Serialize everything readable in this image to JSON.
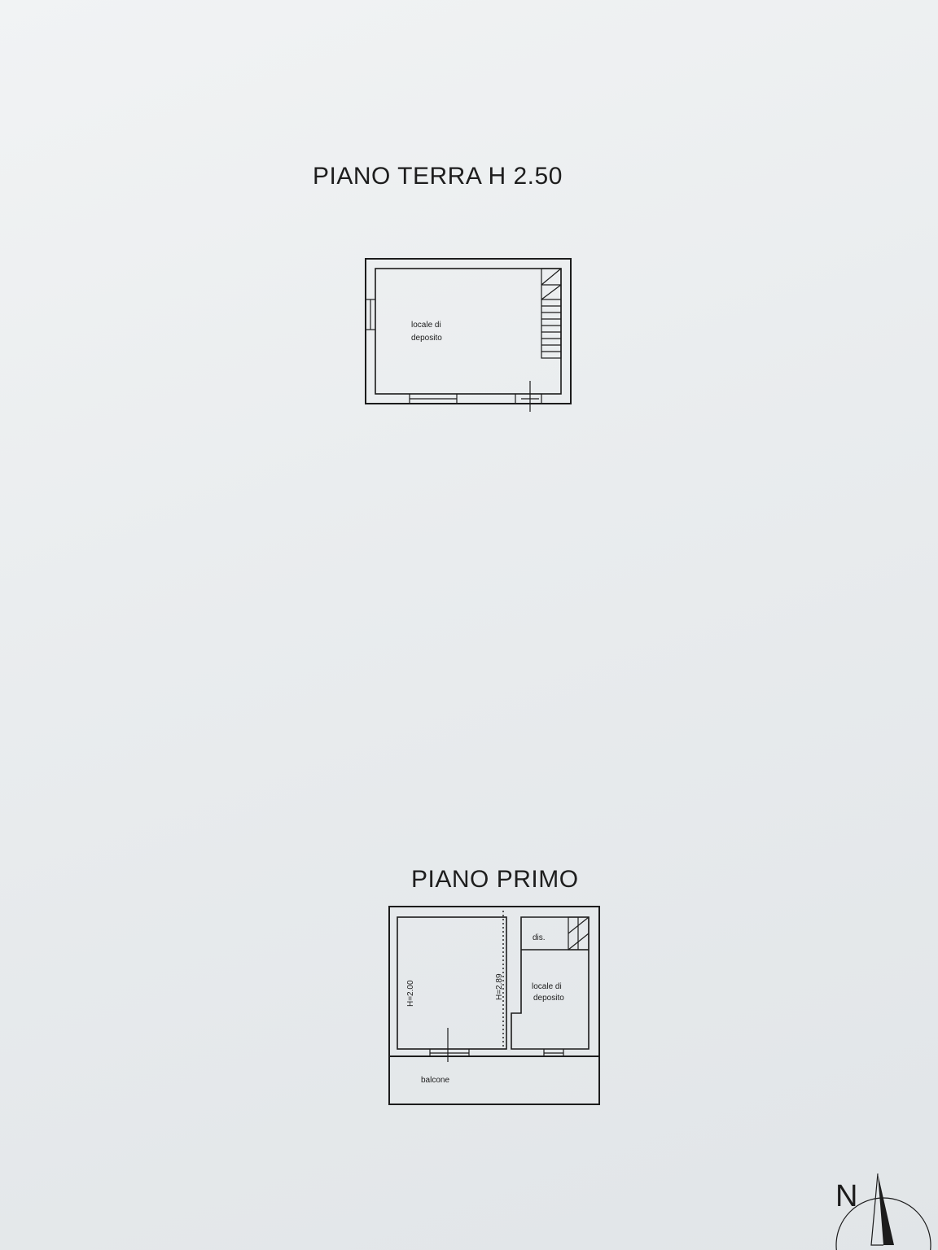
{
  "ground_floor": {
    "title": "PIANO TERRA H 2.50",
    "room_label_line1": "locale di",
    "room_label_line2": "deposito"
  },
  "first_floor": {
    "title": "PIANO PRIMO",
    "room_label_line1": "locale di",
    "room_label_line2": "deposito",
    "dis_label": "dis.",
    "height_left": "H=2.00",
    "height_right": "H=2.89",
    "balcony_label": "balcone"
  },
  "compass": {
    "letter": "N"
  }
}
